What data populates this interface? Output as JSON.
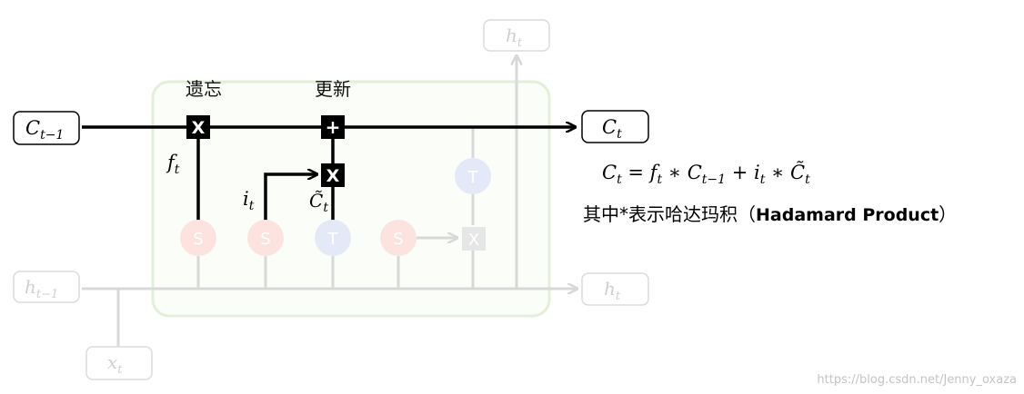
{
  "labels": {
    "forget_top": "遗忘",
    "update_top": "更新",
    "c_prev": "C",
    "c_prev_sub": "t−1",
    "c_t": "C",
    "c_t_sub": "t",
    "h_prev": "h",
    "h_prev_sub": "t−1",
    "h_t_right": "h",
    "h_t_right_sub": "t",
    "h_t_top": "h",
    "h_t_top_sub": "t",
    "x_t": "x",
    "x_t_sub": "t",
    "f_t": "f",
    "f_t_sub": "t",
    "i_t": "i",
    "i_t_sub": "t",
    "c_tilde": "C̃",
    "c_tilde_sub": "t"
  },
  "gates": {
    "multiply": "X",
    "add": "+",
    "sigma": "S",
    "tanh": "T"
  },
  "equation": {
    "text": "C_t = f_t ∗ C_{t−1} + i_t ∗ C̃_t",
    "p1": "C",
    "p1_sub": "t",
    "eq": " = ",
    "p2": "f",
    "p2_sub": "t",
    "op1": " ∗ ",
    "p3": "C",
    "p3_sub": "t−1",
    "op2": " + ",
    "p4": "i",
    "p4_sub": "t",
    "op3": " ∗ ",
    "p5": "C̃",
    "p5_sub": "t"
  },
  "note": {
    "prefix": "其中*表示哈达玛积（",
    "bold": "Hadamard Product",
    "suffix": "）"
  },
  "watermark": "https://blog.csdn.net/Jenny_oxaza",
  "colors": {
    "main_line": "#000000",
    "faded_line": "#d8d8d8",
    "cell_border": "#e3efd9",
    "cell_fill": "#fbfdf9",
    "sigma_fill": "#fce3df",
    "tanh_fill": "#e4e9f7",
    "faded_text": "#d0d0d0"
  }
}
